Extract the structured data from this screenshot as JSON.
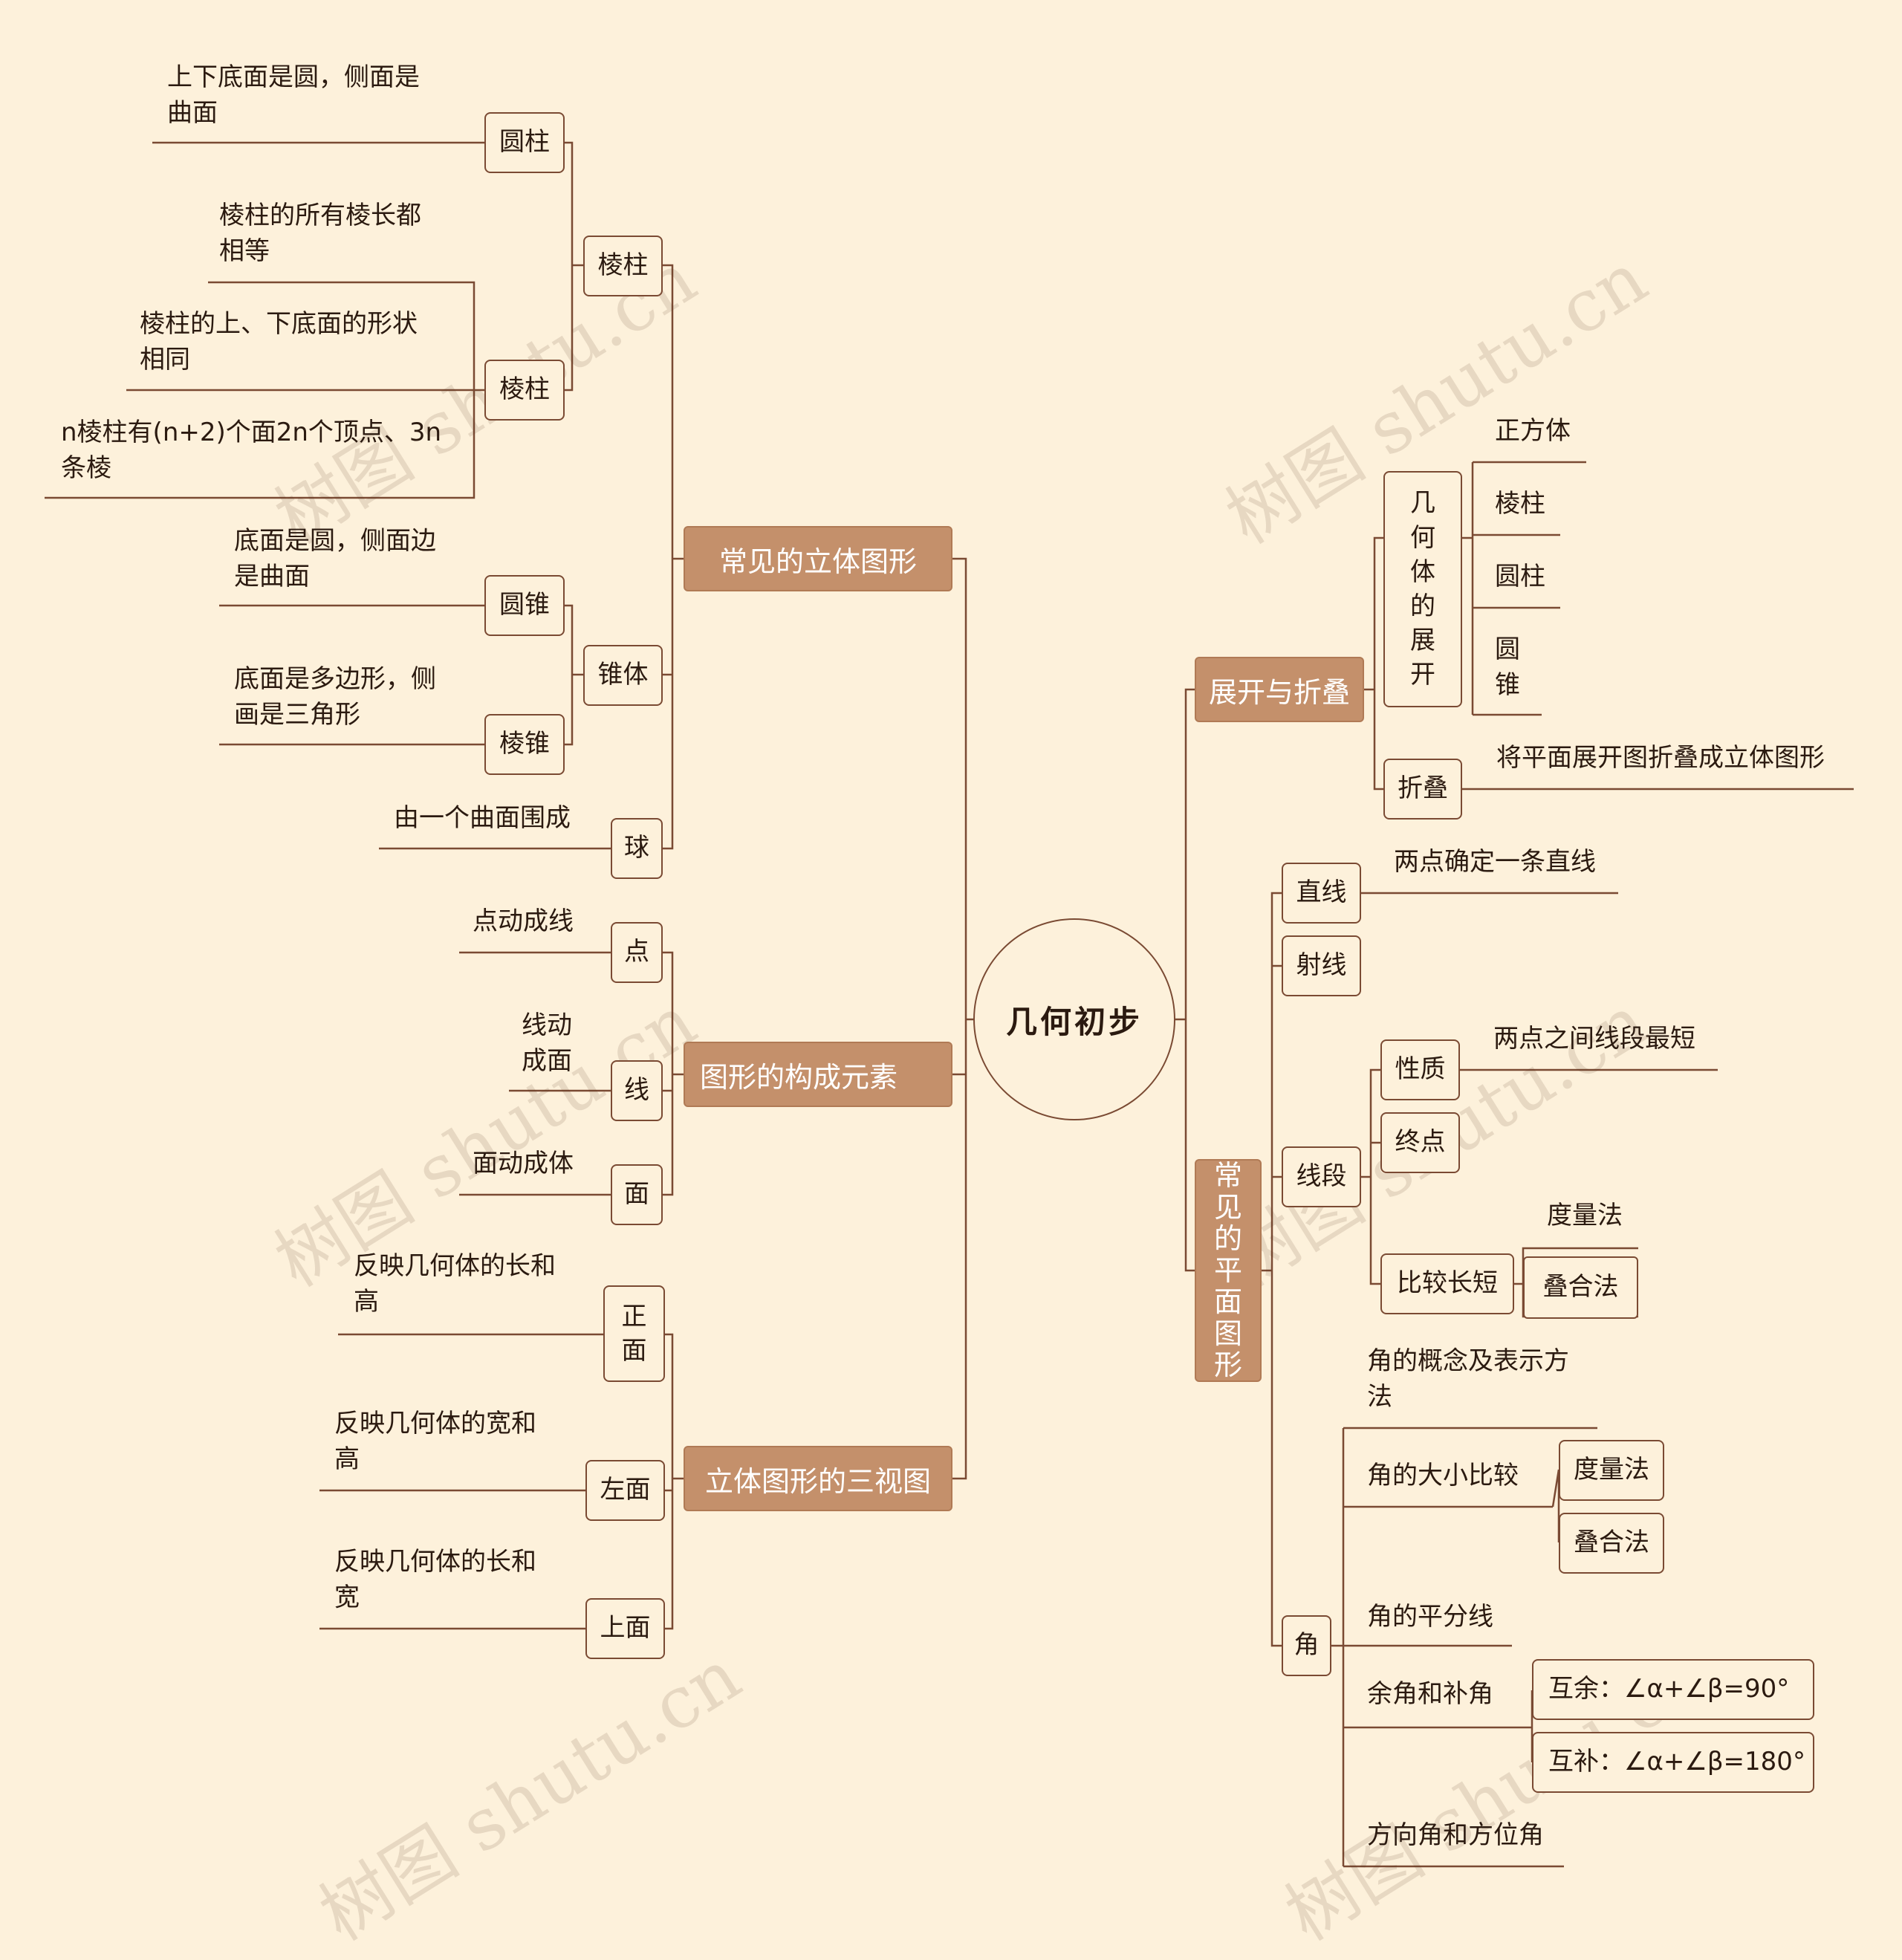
{
  "root": "几何初步",
  "watermark": "树图 shutu.cn",
  "left": {
    "solid_shapes": {
      "title": "常见的立体图形",
      "prism": "棱柱",
      "cylinder": "圆柱",
      "cylinder_desc": "上下底面是圆，侧面是\n曲面",
      "prism_inner": "棱柱",
      "prism_desc1": "棱柱的所有棱长都\n相等",
      "prism_desc2": "棱柱的上、下底面的形状\n相同",
      "prism_desc3": "n棱柱有(n+2)个面2n个顶点、3n\n条棱",
      "cone_group": "锥体",
      "cone": "圆锥",
      "cone_desc": "底面是圆，侧面边\n是曲面",
      "pyramid": "棱锥",
      "pyramid_desc": "底面是多边形，侧\n画是三角形",
      "sphere": "球",
      "sphere_desc": "由一个曲面围成"
    },
    "elements": {
      "title": "图形的构成元素",
      "point": "点",
      "point_desc": "点动成线",
      "line": "线",
      "line_desc": "线动\n成面",
      "face": "面",
      "face_desc": "面动成体"
    },
    "three_views": {
      "title": "立体图形的三视图",
      "front": "正面",
      "front_desc": "反映几何体的长和\n高",
      "left": "左面",
      "left_desc": "反映几何体的宽和\n高",
      "top": "上面",
      "top_desc": "反映几何体的长和\n宽"
    }
  },
  "right": {
    "unfold": {
      "title": "展开与折叠",
      "expand": "几何体的展开",
      "items": [
        "正方体",
        "棱柱",
        "圆柱",
        "圆\n锥"
      ],
      "fold": "折叠",
      "fold_desc": "将平面展开图折叠成立体图形"
    },
    "plane": {
      "title": "常见的平面图形",
      "straight_line": "直线",
      "straight_line_desc": "两点确定一条直线",
      "ray": "射线",
      "segment": "线段",
      "property": "性质",
      "property_desc": "两点之间线段最短",
      "midpoint": "终点",
      "compare": "比较长短",
      "measure": "度量法",
      "overlap": "叠合法",
      "angle": "角",
      "angle_concept": "角的概念及表示方\n法",
      "angle_size": "角的大小比较",
      "angle_measure": "度量法",
      "angle_overlap": "叠合法",
      "bisector": "角的平分线",
      "comp_supp": "余角和补角",
      "complement": "互余：∠α+∠β=90°",
      "supplement": "互补：∠α+∠β=180°",
      "direction": "方向角和方位角"
    }
  }
}
